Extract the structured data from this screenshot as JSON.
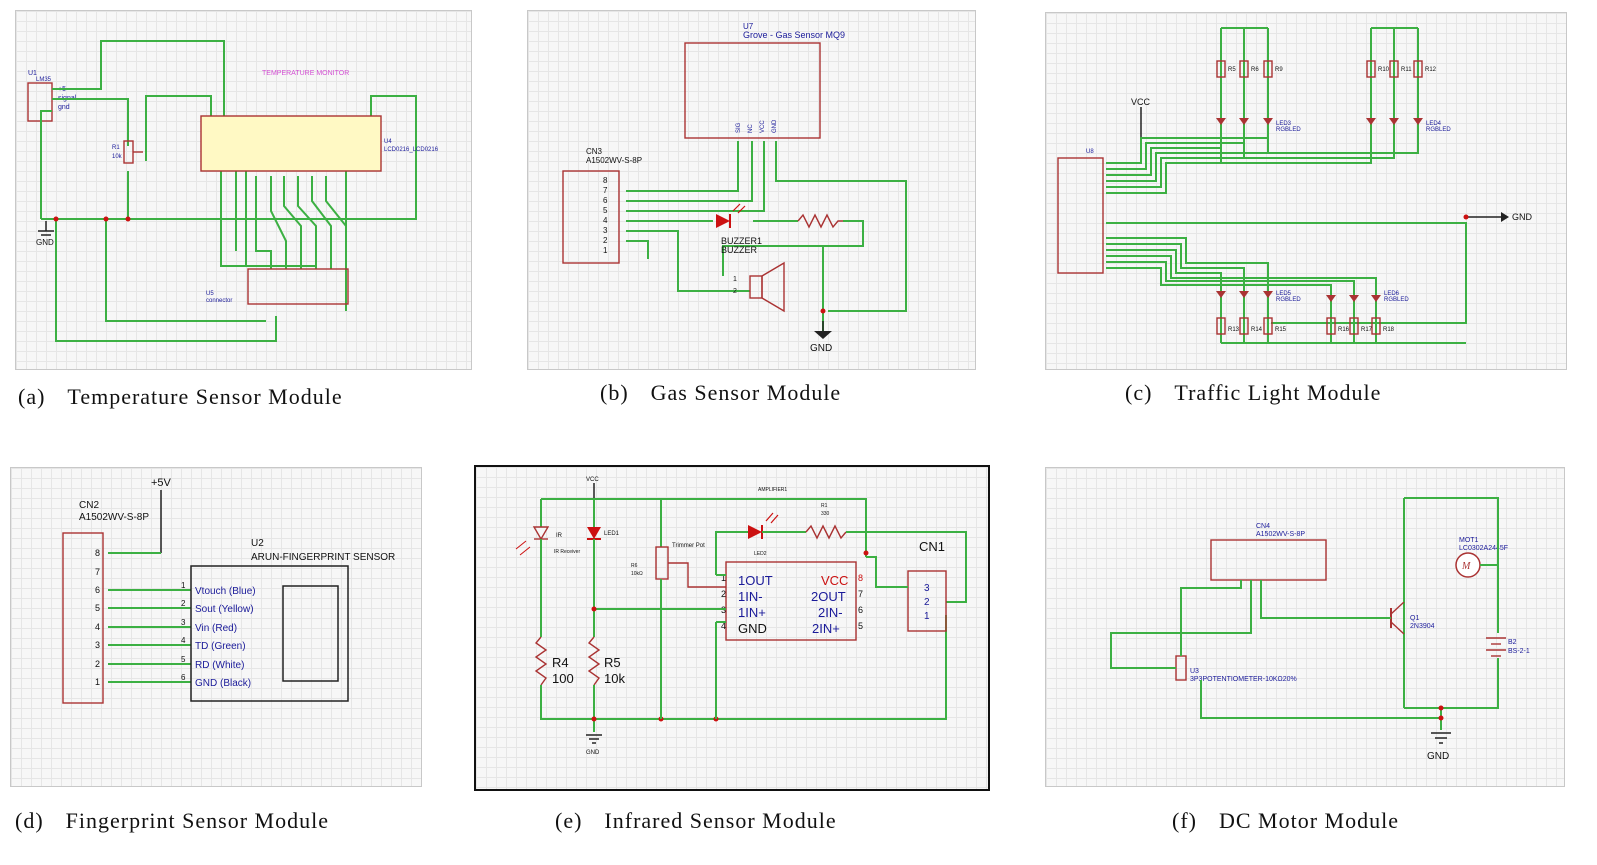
{
  "captions": [
    {
      "label": "(a)",
      "title": "Temperature Sensor Module"
    },
    {
      "label": "(b)",
      "title": "Gas Sensor Module"
    },
    {
      "label": "(c)",
      "title": "Traffic Light Module"
    },
    {
      "label": "(d)",
      "title": "Fingerprint Sensor Module"
    },
    {
      "label": "(e)",
      "title": "Infrared Sensor Module"
    },
    {
      "label": "(f)",
      "title": "DC Motor Module"
    }
  ],
  "a": {
    "u1": "U1",
    "u1_part": "LM35",
    "u1_pins": [
      "+5",
      "signal",
      "gnd"
    ],
    "lcd_title": "TEMPERATURE MONITOR",
    "lcd_ref": "U4",
    "lcd_part": "LCD0216_LCD0216",
    "u5": "U5",
    "u5_part": "connector",
    "gnd": "GND",
    "r": "R1",
    "r_val": "10k"
  },
  "b": {
    "u7": "U7",
    "u7_part": "Grove - Gas Sensor MQ9",
    "u7_pins": [
      "SIG",
      "NC",
      "VCC",
      "GND"
    ],
    "cn3": "CN3",
    "cn3_part": "A1502WV-S-8P",
    "cn3_pins": [
      "8",
      "7",
      "6",
      "5",
      "4",
      "3",
      "2",
      "1"
    ],
    "buzzer_ref": "BUZZER1",
    "buzzer_part": "BUZZER",
    "buzzer_pins": [
      "1",
      "2"
    ],
    "gnd": "GND"
  },
  "c": {
    "vcc": "VCC",
    "gnd": "GND",
    "u_ref": "U8",
    "top_res": [
      "R5",
      "R6",
      "R9",
      "R10",
      "R11",
      "R12"
    ],
    "top_leds": [
      "LED3",
      "RGBLED",
      "LED4",
      "RGBLED"
    ],
    "bot_res": [
      "R13",
      "R14",
      "R15",
      "R16",
      "R17",
      "R18"
    ],
    "bot_leds": [
      "LED5",
      "RGBLED",
      "LED6",
      "RGBLED"
    ]
  },
  "d": {
    "power": "+5V",
    "cn2": "CN2",
    "cn2_part": "A1502WV-S-8P",
    "cn2_pins": [
      "8",
      "7",
      "6",
      "5",
      "4",
      "3",
      "2",
      "1"
    ],
    "u2": "U2",
    "u2_part": "ARUN-FINGERPRINT SENSOR",
    "u2_pin_nums": [
      "1",
      "2",
      "3",
      "4",
      "5",
      "6"
    ],
    "u2_pins": [
      "Vtouch (Blue)",
      "Sout (Yellow)",
      "Vin (Red)",
      "TD (Green)",
      "RD (White)",
      "GND (Black)"
    ]
  },
  "e": {
    "vcc_top": "VCC",
    "ir_label": "IR Receiver",
    "led1": "LED1",
    "pot_label": "Trimmer Pot",
    "r6": "R6",
    "r6_val": "10kΩ",
    "led2": "LED2",
    "amp": "AMPLIFIER1",
    "rc": "R1",
    "rc_val": "330",
    "cn1": "CN1",
    "cn1_pins": [
      "3",
      "2",
      "1"
    ],
    "ic_left": [
      "1OUT",
      "1IN-",
      "1IN+",
      "GND"
    ],
    "ic_right": [
      "VCC",
      "2OUT",
      "2IN-",
      "2IN+"
    ],
    "ic_lpins": [
      "1",
      "2",
      "3",
      "4"
    ],
    "ic_rpins": [
      "8",
      "7",
      "6",
      "5"
    ],
    "r4": "R4",
    "r4_val": "100",
    "r5": "R5",
    "r5_val": "10k",
    "gnd": "GND"
  },
  "f": {
    "cn4": "CN4",
    "cn4_part": "A1502WV-S-8P",
    "mot_ref": "MOT1",
    "mot_part": "LC0302A2445F",
    "mot_sym": "M",
    "q1": "Q1",
    "q1_part": "2N3904",
    "b": "B2",
    "b_part": "BS-2-1",
    "u3": "U3",
    "u3_part": "3P3POTENTIOMETER-10KΩ20%",
    "gnd": "GND"
  }
}
